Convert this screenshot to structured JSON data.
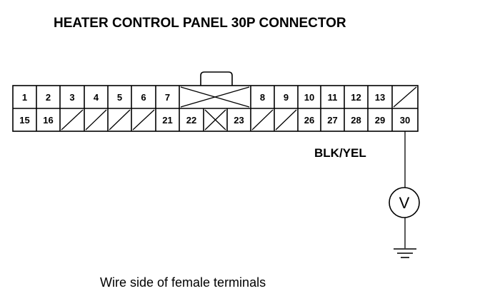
{
  "title": "HEATER CONTROL PANEL 30P CONNECTOR",
  "connector": {
    "top_row": [
      "1",
      "2",
      "3",
      "4",
      "5",
      "6",
      "7",
      "",
      "8",
      "9",
      "10",
      "11",
      "12",
      "13",
      ""
    ],
    "bottom_row": [
      "15",
      "16",
      "",
      "",
      "",
      "",
      "21",
      "22",
      "",
      "23",
      "",
      "",
      "26",
      "27",
      "28",
      "29",
      "30"
    ]
  },
  "wire_color": "BLK/YEL",
  "meter_symbol": "V",
  "caption": "Wire side of female terminals"
}
